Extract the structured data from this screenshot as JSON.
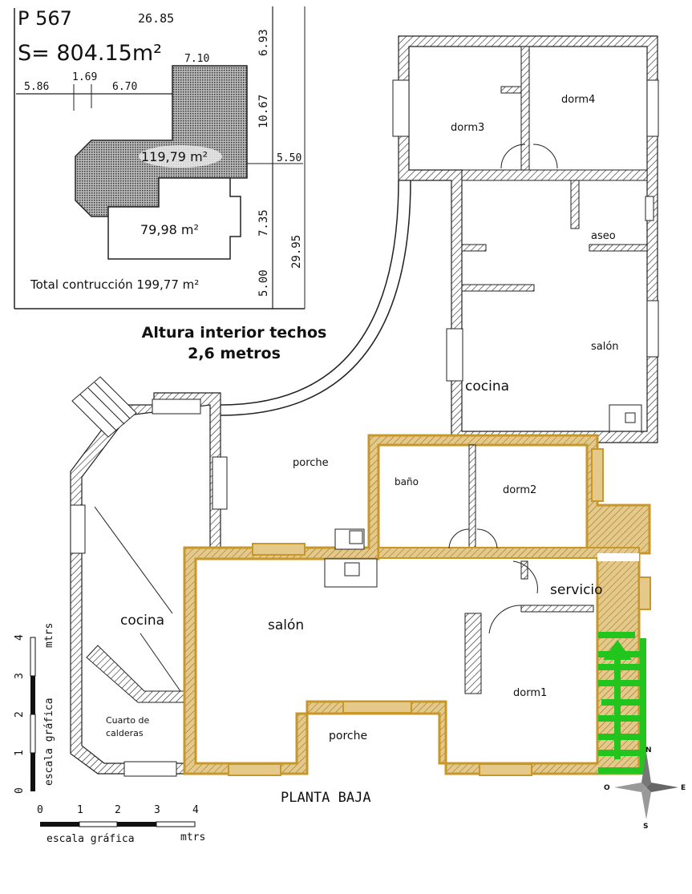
{
  "inset": {
    "plot_id": "P 567",
    "surface": "S= 804.15m²",
    "dim_top": "26.85",
    "dim_710": "7.10",
    "dim_586": "5.86",
    "dim_169": "1.69",
    "dim_670": "6.70",
    "dim_693": "6.93",
    "dim_1067": "10.67",
    "dim_550": "5.50",
    "dim_735": "7.35",
    "dim_500": "5.00",
    "dim_2995": "29.95",
    "area_upper": "119,79 m²",
    "area_lower": "79,98 m²",
    "total": "Total contrucción 199,77 m²"
  },
  "note": {
    "line1": "Altura interior techos",
    "line2": "2,6 metros"
  },
  "rooms": {
    "dorm3": "dorm3",
    "dorm4": "dorm4",
    "aseo": "aseo",
    "salon_upper": "salón",
    "cocina_upper": "cocina",
    "porche_mid": "porche",
    "bano": "baño",
    "dorm2": "dorm2",
    "servicio": "servicio",
    "salon_main": "salón",
    "dorm1": "dorm1",
    "porche_bottom": "porche",
    "cocina_left": "cocina",
    "cuarto_1": "Cuarto de",
    "cuarto_2": "calderas"
  },
  "title": "PLANTA BAJA",
  "scale_h": {
    "ticks": [
      "0",
      "1",
      "2",
      "3",
      "4"
    ],
    "label": "escala gráfica",
    "unit": "mtrs"
  },
  "scale_v": {
    "ticks": [
      "0",
      "1",
      "2",
      "3",
      "4"
    ],
    "label": "escala gráfica",
    "unit": "mtrs"
  },
  "compass": {
    "n": "N",
    "s": "S",
    "e": "E",
    "w": "O"
  },
  "colors": {
    "highlight": "#c8972a",
    "highlight_fill": "#e4c98a",
    "stairs": "#22c41e",
    "shade": "#9a9a9a"
  }
}
